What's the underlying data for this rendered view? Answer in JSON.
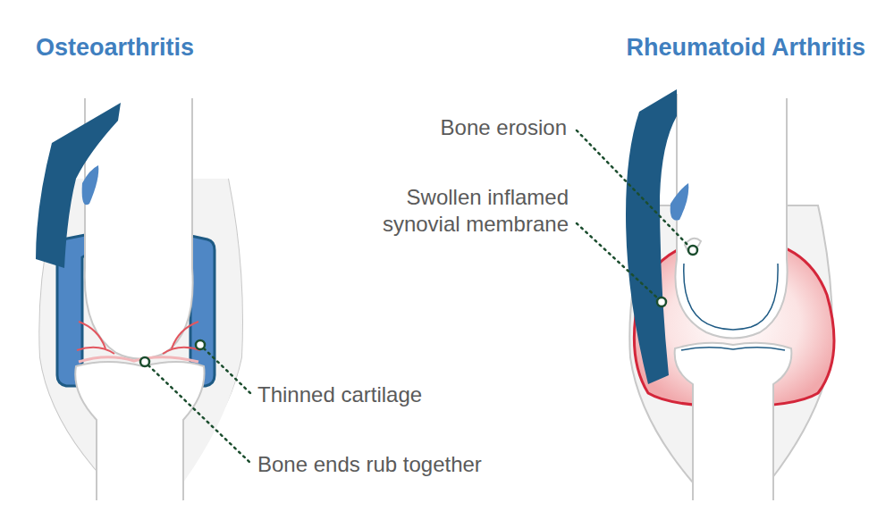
{
  "diagram": {
    "labels": [
      "Osteoarthritis",
      "Rheumatoid Arthritis",
      "Bone erosion",
      "Swollen inflamed synovial membrane",
      "Thinned cartilage",
      "Bone ends rub together"
    ]
  }
}
